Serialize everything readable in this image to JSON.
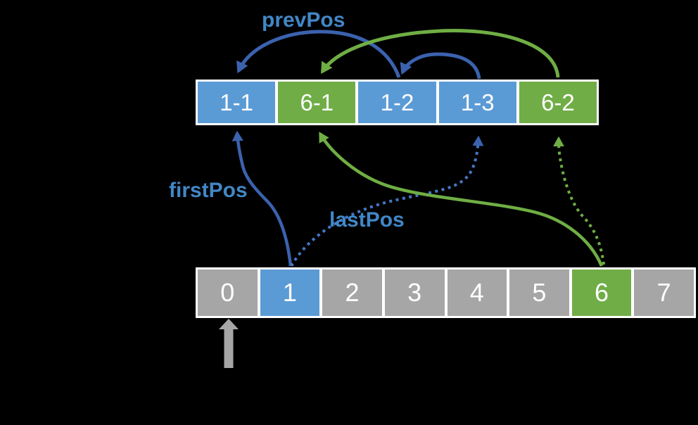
{
  "labels": {
    "prevPos": "prevPos",
    "firstPos": "firstPos",
    "lastPos": "lastPos"
  },
  "entries_row": {
    "cells": [
      {
        "label": "1-1",
        "color": "blue"
      },
      {
        "label": "6-1",
        "color": "green"
      },
      {
        "label": "1-2",
        "color": "blue"
      },
      {
        "label": "1-3",
        "color": "blue"
      },
      {
        "label": "6-2",
        "color": "green"
      }
    ]
  },
  "buckets_row": {
    "cells": [
      {
        "label": "0",
        "color": "gray"
      },
      {
        "label": "1",
        "color": "blue"
      },
      {
        "label": "2",
        "color": "gray"
      },
      {
        "label": "3",
        "color": "gray"
      },
      {
        "label": "4",
        "color": "gray"
      },
      {
        "label": "5",
        "color": "gray"
      },
      {
        "label": "6",
        "color": "green"
      },
      {
        "label": "7",
        "color": "gray"
      }
    ]
  },
  "colors": {
    "cell_blue": "#5B9BD5",
    "cell_green": "#70AD47",
    "cell_gray": "#A6A6A6",
    "arrow_blue_solid": "#3B62AE",
    "arrow_blue_dotted": "#4577C4",
    "arrow_green": "#6FAE44",
    "label_blue": "#4287C6",
    "pointer_gray": "#A6A6A6",
    "background": "#000000",
    "cell_border": "#FFFFFF"
  }
}
